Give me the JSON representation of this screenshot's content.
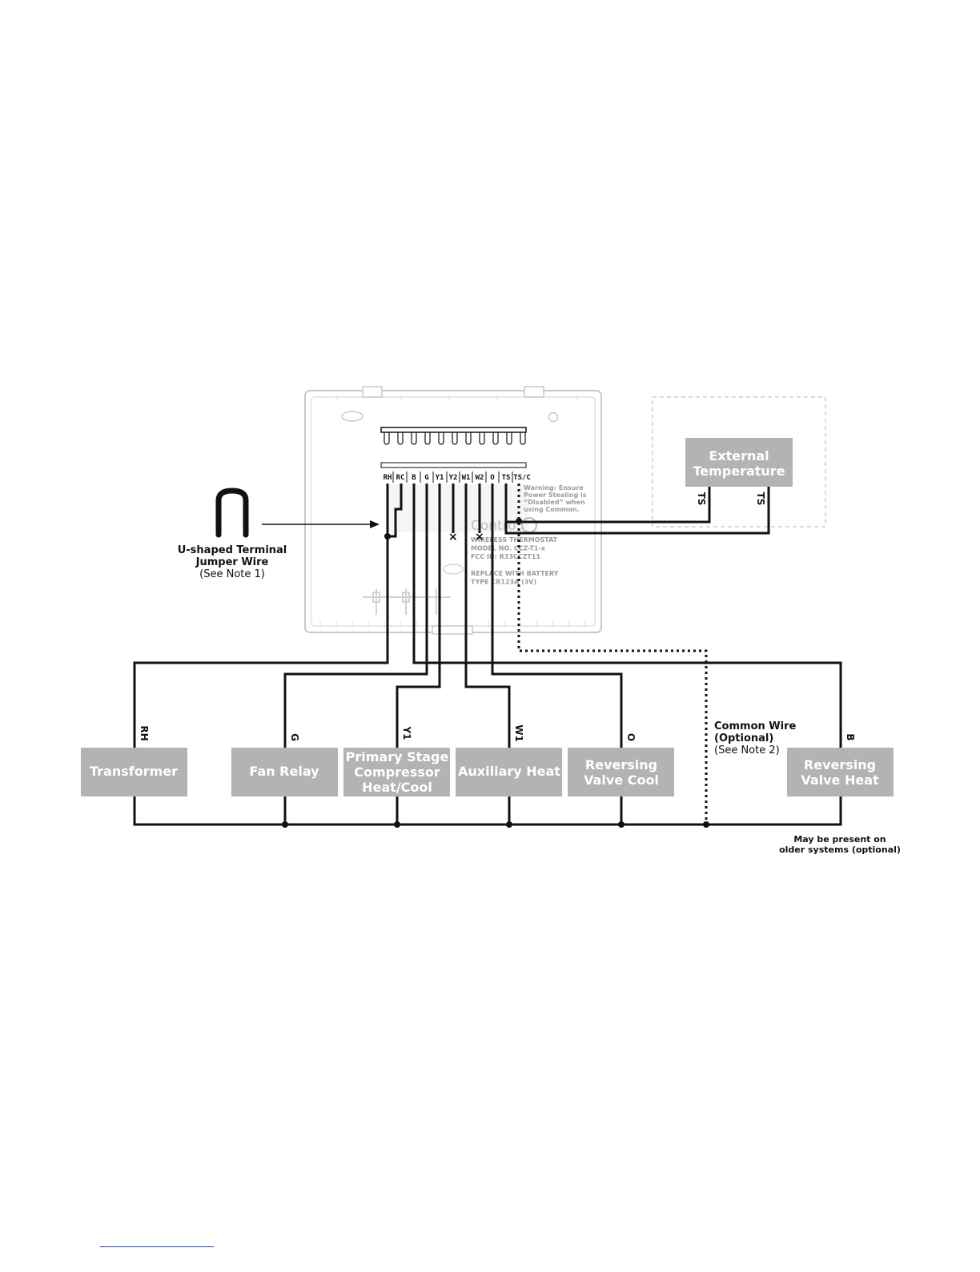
{
  "thermostat": {
    "terminals": [
      "RH",
      "RC",
      "B",
      "G",
      "Y1",
      "Y2",
      "W1",
      "W2",
      "O",
      "TS",
      "TS/C"
    ],
    "warning_lines": [
      "Warning: Ensure",
      "Power Stealing is",
      "“Disabled” when",
      "using Common."
    ],
    "brand": "Contro",
    "info_lines": [
      "WIRELESS THERMOSTAT",
      "MODEL NO. CCZ-T1-x",
      "FCC ID: R33CCZT11",
      "",
      "REPLACE WITH BATTERY",
      "TYPE CR123A (3V)"
    ],
    "unused_terminal_mark": "×"
  },
  "jumper": {
    "label_line1": "U-shaped Terminal",
    "label_line2": "Jumper Wire",
    "note": "(See Note 1)"
  },
  "external_sensor": {
    "label_line1": "External",
    "label_line2": "Temperature",
    "wire_labels": [
      "TS",
      "TS"
    ]
  },
  "devices": [
    {
      "lines": [
        "Transformer"
      ],
      "wire_label": "RH"
    },
    {
      "lines": [
        "Fan Relay"
      ],
      "wire_label": "G"
    },
    {
      "lines": [
        "Primary Stage",
        "Compressor",
        "Heat/Cool"
      ],
      "wire_label": "Y1"
    },
    {
      "lines": [
        "Auxiliary Heat"
      ],
      "wire_label": "W1"
    },
    {
      "lines": [
        "Reversing",
        "Valve Cool"
      ],
      "wire_label": "O"
    },
    {
      "lines": [
        "Reversing",
        "Valve Heat"
      ],
      "wire_label": "B"
    }
  ],
  "common_wire": {
    "line1": "Common Wire",
    "line2": "(Optional)",
    "note": "(See Note 2)"
  },
  "older_systems_note": {
    "line1": "May be present on",
    "line2": "older systems (optional)"
  }
}
